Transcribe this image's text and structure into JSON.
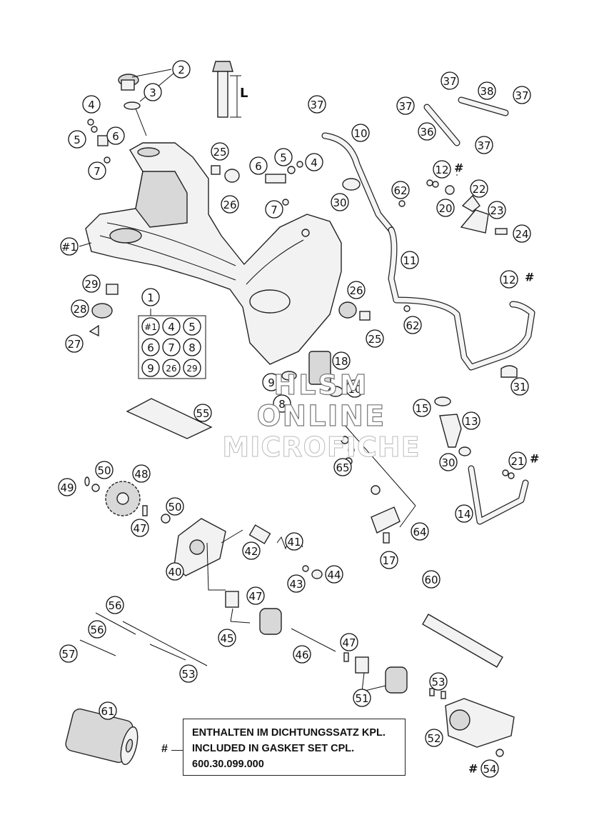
{
  "callouts": [
    {
      "n": "1"
    },
    {
      "n": "2"
    },
    {
      "n": "3"
    },
    {
      "n": "4"
    },
    {
      "n": "5"
    },
    {
      "n": "6"
    },
    {
      "n": "7"
    },
    {
      "n": "6"
    },
    {
      "n": "5"
    },
    {
      "n": "4"
    },
    {
      "n": "7"
    },
    {
      "n": "25"
    },
    {
      "n": "26"
    },
    {
      "n": "37"
    },
    {
      "n": "10"
    },
    {
      "n": "30"
    },
    {
      "n": "62"
    },
    {
      "n": "11"
    },
    {
      "n": "37"
    },
    {
      "n": "38"
    },
    {
      "n": "37"
    },
    {
      "n": "37"
    },
    {
      "n": "36"
    },
    {
      "n": "37"
    },
    {
      "n": "12"
    },
    {
      "n": "22"
    },
    {
      "n": "20"
    },
    {
      "n": "23"
    },
    {
      "n": "24"
    },
    {
      "n": "12"
    },
    {
      "n": "#1"
    },
    {
      "n": "29"
    },
    {
      "n": "28"
    },
    {
      "n": "27"
    },
    {
      "n": "26"
    },
    {
      "n": "25"
    },
    {
      "n": "62"
    },
    {
      "n": "31"
    },
    {
      "n": "18"
    },
    {
      "n": "9"
    },
    {
      "n": "10"
    },
    {
      "n": "8"
    },
    {
      "n": "55"
    },
    {
      "n": "15"
    },
    {
      "n": "13"
    },
    {
      "n": "30"
    },
    {
      "n": "21"
    },
    {
      "n": "65"
    },
    {
      "n": "14"
    },
    {
      "n": "64"
    },
    {
      "n": "17"
    },
    {
      "n": "50"
    },
    {
      "n": "48"
    },
    {
      "n": "49"
    },
    {
      "n": "50"
    },
    {
      "n": "47"
    },
    {
      "n": "40"
    },
    {
      "n": "41"
    },
    {
      "n": "42"
    },
    {
      "n": "43"
    },
    {
      "n": "44"
    },
    {
      "n": "47"
    },
    {
      "n": "45"
    },
    {
      "n": "46"
    },
    {
      "n": "47"
    },
    {
      "n": "56"
    },
    {
      "n": "56"
    },
    {
      "n": "57"
    },
    {
      "n": "53"
    },
    {
      "n": "60"
    },
    {
      "n": "51"
    },
    {
      "n": "53"
    },
    {
      "n": "52"
    },
    {
      "n": "54"
    },
    {
      "n": "61"
    }
  ],
  "kit_grid": [
    "#1",
    "4",
    "5",
    "6",
    "7",
    "8",
    "9",
    "26",
    "29"
  ],
  "kit_label": "1",
  "hash_marks": [
    "#",
    "#",
    "#",
    "#"
  ],
  "watermark": {
    "line1": "HLSM",
    "line2": "ONLINE",
    "line3": "MICROFICHE"
  },
  "dimension_label": "L",
  "note": {
    "hash": "#",
    "line1": "ENTHALTEN IM DICHTUNGSSATZ KPL.",
    "line2": "INCLUDED IN GASKET SET CPL.",
    "line3": "600.30.099.000"
  }
}
